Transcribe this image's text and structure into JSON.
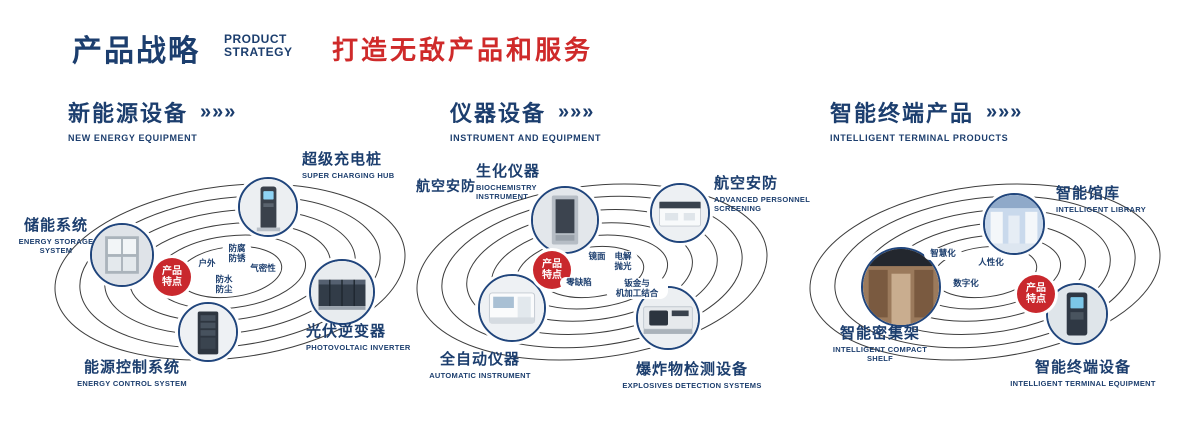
{
  "header": {
    "title": "产品战略",
    "subtitle_line1": "PRODUCT",
    "subtitle_line2": "STRATEGY",
    "slogan": "打造无敌产品和服务"
  },
  "ui": {
    "arrows": "»»»",
    "badge": "产品\n特点",
    "navy": "#1c3e6e",
    "red": "#c9282d",
    "orbit_line": "#3d3d3d"
  },
  "sections": [
    {
      "title": "新能源设备",
      "subtitle": "NEW ENERGY EQUIPMENT",
      "nodes": [
        {
          "name": "储能系统",
          "en": "ENERGY STORAGE SYSTEM"
        },
        {
          "name": "超级充电桩",
          "en": "SUPER CHARGING HUB"
        },
        {
          "name": "光伏逆变器",
          "en": "PHOTOVOLTAIC INVERTER"
        },
        {
          "name": "能源控制系统",
          "en": "ENERGY CONTROL SYSTEM"
        }
      ],
      "tags": [
        "防腐\n防锈",
        "户外",
        "气密性",
        "防水\n防尘"
      ]
    },
    {
      "title": "仪器设备",
      "subtitle": "INSTRUMENT AND EQUIPMENT",
      "side_label": "航空安防",
      "nodes": [
        {
          "name": "生化仪器",
          "en": "BIOCHEMISTRY INSTRUMENT"
        },
        {
          "name": "航空安防",
          "en": "ADVANCED PERSONNEL SCREENING"
        },
        {
          "name": "全自动仪器",
          "en": "AUTOMATIC INSTRUMENT"
        },
        {
          "name": "爆炸物检测设备",
          "en": "EXPLOSIVES DETECTION SYSTEMS"
        }
      ],
      "tags": [
        "镜面",
        "电解\n抛光",
        "零缺陷",
        "钣金与\n机加工结合"
      ]
    },
    {
      "title": "智能终端产品",
      "subtitle": "INTELLIGENT TERMINAL PRODUCTS",
      "nodes": [
        {
          "name": "智能馆库",
          "en": "INTELLIGENT LIBRARY"
        },
        {
          "name": "智能密集架",
          "en": "INTELLIGENT COMPACT SHELF"
        },
        {
          "name": "智能终端设备",
          "en": "INTELLIGENT TERMINAL EQUIPMENT"
        }
      ],
      "tags": [
        "智慧化",
        "人性化",
        "数字化"
      ]
    }
  ]
}
